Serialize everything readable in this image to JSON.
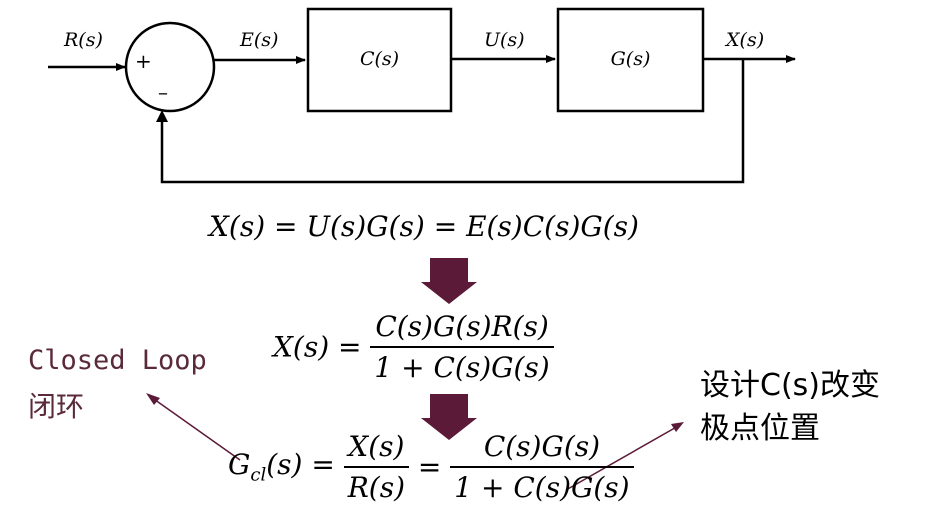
{
  "diagram": {
    "input_signal": "R(s)",
    "error_signal": "E(s)",
    "control_signal": "U(s)",
    "output_signal": "X(s)",
    "controller_block": "C(s)",
    "plant_block": "G(s)",
    "sum_plus": "+",
    "sum_minus": "–"
  },
  "equations": {
    "eq1": "X(s) = U(s)G(s) = E(s)C(s)G(s)",
    "eq2_lhs": "X(s) =",
    "eq2_num": "C(s)G(s)R(s)",
    "eq2_den": "1 + C(s)G(s)",
    "eq3_lhs": "G",
    "eq3_sub": "cl",
    "eq3_lhs_tail": "(s) =",
    "eq3_frac1_num": "X(s)",
    "eq3_frac1_den": "R(s)",
    "eq3_eq": "=",
    "eq3_frac2_num": "C(s)G(s)",
    "eq3_frac2_den": "1 + C(s)G(s)"
  },
  "annotations": {
    "closed_loop_en": "Closed Loop",
    "closed_loop_cn": "闭环",
    "design_line1": "设计C(s)改变",
    "design_line2": "极点位置"
  },
  "colors": {
    "arrow_fill": "#5b1a38",
    "annotation_text": "#5a2a3a",
    "pointer_line": "#5b1a38"
  }
}
